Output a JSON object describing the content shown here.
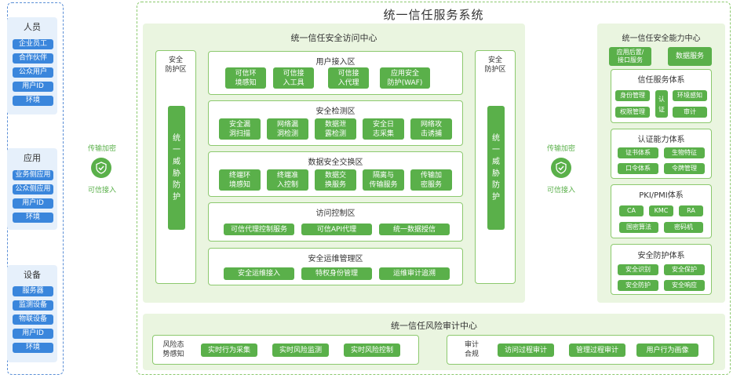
{
  "left": {
    "people": {
      "title": "人员",
      "items": [
        "企业员工",
        "合作伙伴",
        "公众用户",
        "用户ID",
        "环境"
      ]
    },
    "apps": {
      "title": "应用",
      "items": [
        "业务侧应用",
        "公众侧应用",
        "用户ID",
        "环境"
      ]
    },
    "devices": {
      "title": "设备",
      "items": [
        "服务器",
        "监测设备",
        "物联设备",
        "用户ID",
        "环境"
      ]
    }
  },
  "left_conn": {
    "top": "传输加密",
    "bottom": "可信接入"
  },
  "right_conn": {
    "top": "传输加密",
    "bottom": "可信接入"
  },
  "main_title": "统一信任服务系统",
  "access_center": {
    "title": "统一信任安全访问中心",
    "left_zone": {
      "label": "安全\n防护区",
      "bar": [
        "统",
        "一",
        "威",
        "胁",
        "防",
        "护"
      ]
    },
    "right_zone": {
      "label": "安全\n防护区",
      "bar": [
        "统",
        "一",
        "威",
        "胁",
        "防",
        "护"
      ]
    },
    "zones": [
      {
        "title": "用户接入区",
        "items": [
          "可信环\n境感知",
          "可信接\n入工具",
          "可信接\n入代理",
          "应用安全\n防护(WAF)"
        ]
      },
      {
        "title": "安全检测区",
        "items": [
          "安全漏\n洞扫描",
          "网络漏\n洞检测",
          "数据泄\n露检测",
          "安全日\n志采集",
          "网络攻\n击诱捕"
        ]
      },
      {
        "title": "数据安全交换区",
        "items": [
          "终端环\n境感知",
          "终端准\n入控制",
          "数据交\n换服务",
          "隔离与\n传输服务",
          "传输加\n密服务"
        ]
      },
      {
        "title": "访问控制区",
        "items": [
          "可信代理控制服务",
          "可信API代理",
          "统一数据授信"
        ]
      },
      {
        "title": "安全运维管理区",
        "items": [
          "安全运维接入",
          "特权身份管理",
          "运维审计追溯"
        ]
      }
    ]
  },
  "capability_center": {
    "title": "统一信任安全能力中心",
    "top_items": [
      "应用后置/\n接口服务",
      "数据服务"
    ],
    "trust": {
      "title": "信任服务体系",
      "left": [
        "身份管理",
        "权限管理"
      ],
      "mid": "认\n证",
      "right": [
        "环境感知",
        "审计"
      ]
    },
    "auth": {
      "title": "认证能力体系",
      "items": [
        "证书体系",
        "生物特征",
        "口令体系",
        "令牌管理"
      ]
    },
    "pki": {
      "title": "PKI/PMI体系",
      "row1": [
        "CA",
        "KMC",
        "RA"
      ],
      "row2": [
        "国密算法",
        "密码机"
      ]
    },
    "protect": {
      "title": "安全防护体系",
      "items": [
        "安全识别",
        "安全保护",
        "安全防护",
        "安全响应"
      ]
    }
  },
  "audit_center": {
    "title": "统一信任风险审计中心",
    "left_group": {
      "label": "风险态\n势感知",
      "items": [
        "实时行为采集",
        "实时风险监测",
        "实时风险控制"
      ]
    },
    "right_group": {
      "label": "审计\n合规",
      "items": [
        "访问过程审计",
        "管理过程审计",
        "用户行为画像"
      ]
    }
  }
}
